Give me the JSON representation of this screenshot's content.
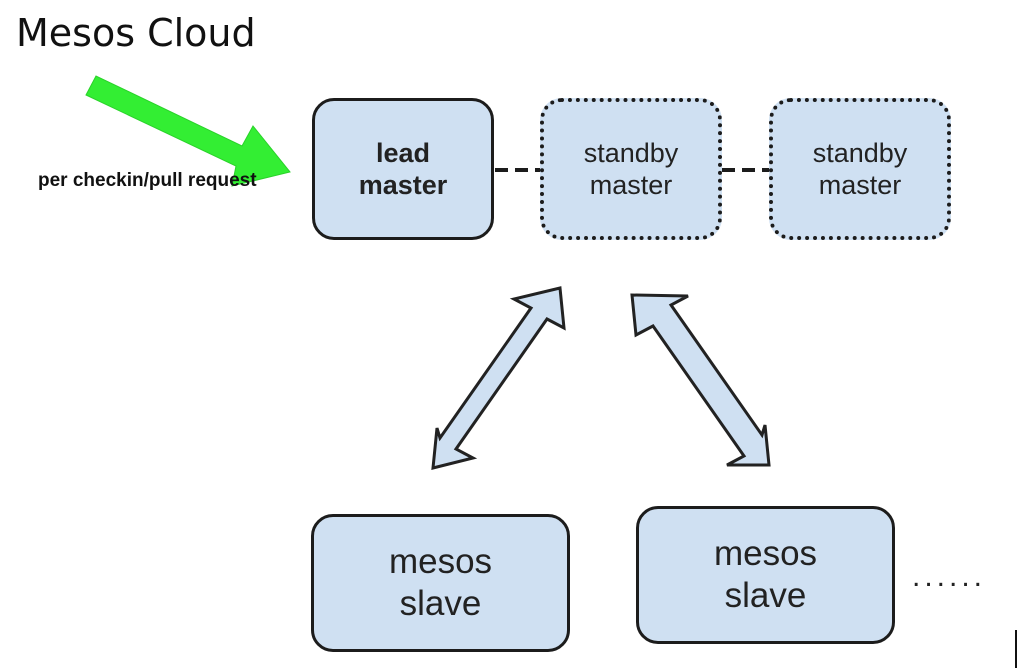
{
  "title": "Mesos Cloud",
  "trigger": {
    "label": "per checkin/pull request"
  },
  "masters": {
    "lead": {
      "line1": "lead",
      "line2": "master"
    },
    "standby": [
      {
        "line1": "standby",
        "line2": "master"
      },
      {
        "line1": "standby",
        "line2": "master"
      }
    ]
  },
  "slaves": [
    {
      "line1": "mesos",
      "line2": "slave"
    },
    {
      "line1": "mesos",
      "line2": "slave"
    }
  ],
  "more_indicator": "......",
  "colors": {
    "node_fill": "#cfe0f2",
    "border": "#1c1c1c",
    "trigger_arrow": "#33ee33"
  }
}
